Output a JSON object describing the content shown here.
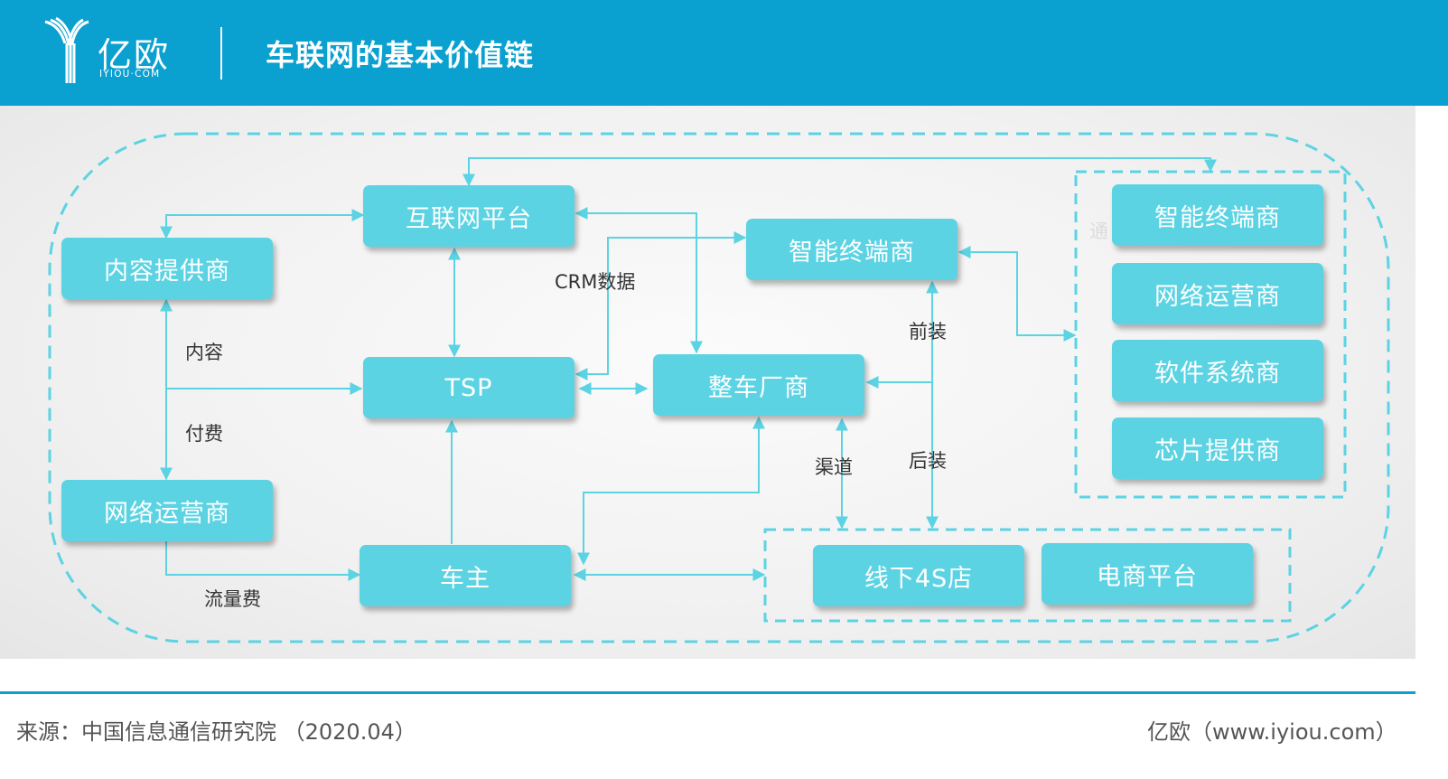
{
  "header": {
    "logo_cn": "亿欧",
    "logo_en": "IYIOU·COM",
    "title": "车联网的基本价值链"
  },
  "diagram": {
    "nodes": {
      "content_provider": "内容提供商",
      "internet_platform": "互联网平台",
      "smart_terminal_center": "智能终端商",
      "tsp": "TSP",
      "oem": "整车厂商",
      "network_operator_left": "网络运营商",
      "car_owner": "车主",
      "offline_4s": "线下4S店",
      "ecommerce": "电商平台",
      "smart_terminal_right": "智能终端商",
      "network_operator_right": "网络运营商",
      "software_vendor": "软件系统商",
      "chip_provider": "芯片提供商"
    },
    "labels": {
      "crm": "CRM数据",
      "content": "内容",
      "payment": "付费",
      "traffic_fee": "流量费",
      "front_install": "前装",
      "channel": "渠道",
      "after_install": "后装",
      "partial": "通"
    }
  },
  "footer": {
    "source": "来源：中国信息通信研究院 （2020.04）",
    "credit": "亿欧（www.iyiou.com）"
  },
  "colors": {
    "header_bg": "#0aa0d0",
    "node_fill": "#5cd3e3",
    "line": "#5cd3e3"
  }
}
